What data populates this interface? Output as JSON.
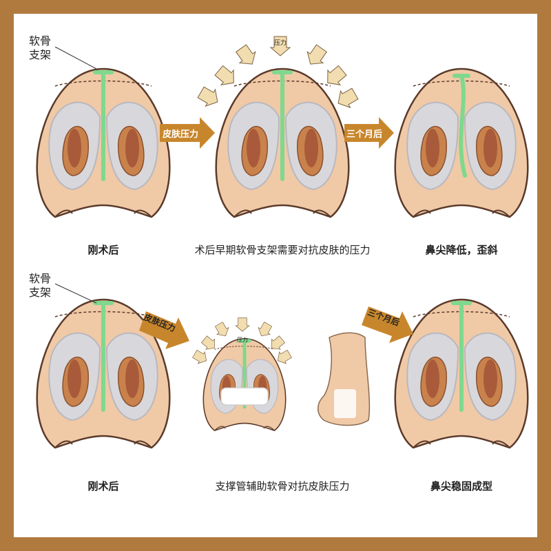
{
  "colors": {
    "frame": "#b07a3e",
    "skin": "#f0c9a6",
    "outline": "#5a3a2a",
    "cartilage": "#7fd88e",
    "arrow": "#c8862c",
    "pressure": "#f2ddb0"
  },
  "row1": {
    "framework_label": [
      "软骨",
      "支架"
    ],
    "arrow1": "皮肤压力",
    "arrow2": "三个月后",
    "pressure_word": "压力",
    "captions": [
      "刚术后",
      "术后早期软骨支架需要对抗皮肤的压力",
      "鼻尖降低，歪斜"
    ]
  },
  "row2": {
    "framework_label": [
      "软骨",
      "支架"
    ],
    "arrow1": "皮肤压力",
    "arrow2": "三个月后",
    "pressure_word": "压力",
    "captions": [
      "刚术后",
      "支撑管辅助软骨对抗皮肤压力",
      "鼻尖稳固成型"
    ]
  }
}
